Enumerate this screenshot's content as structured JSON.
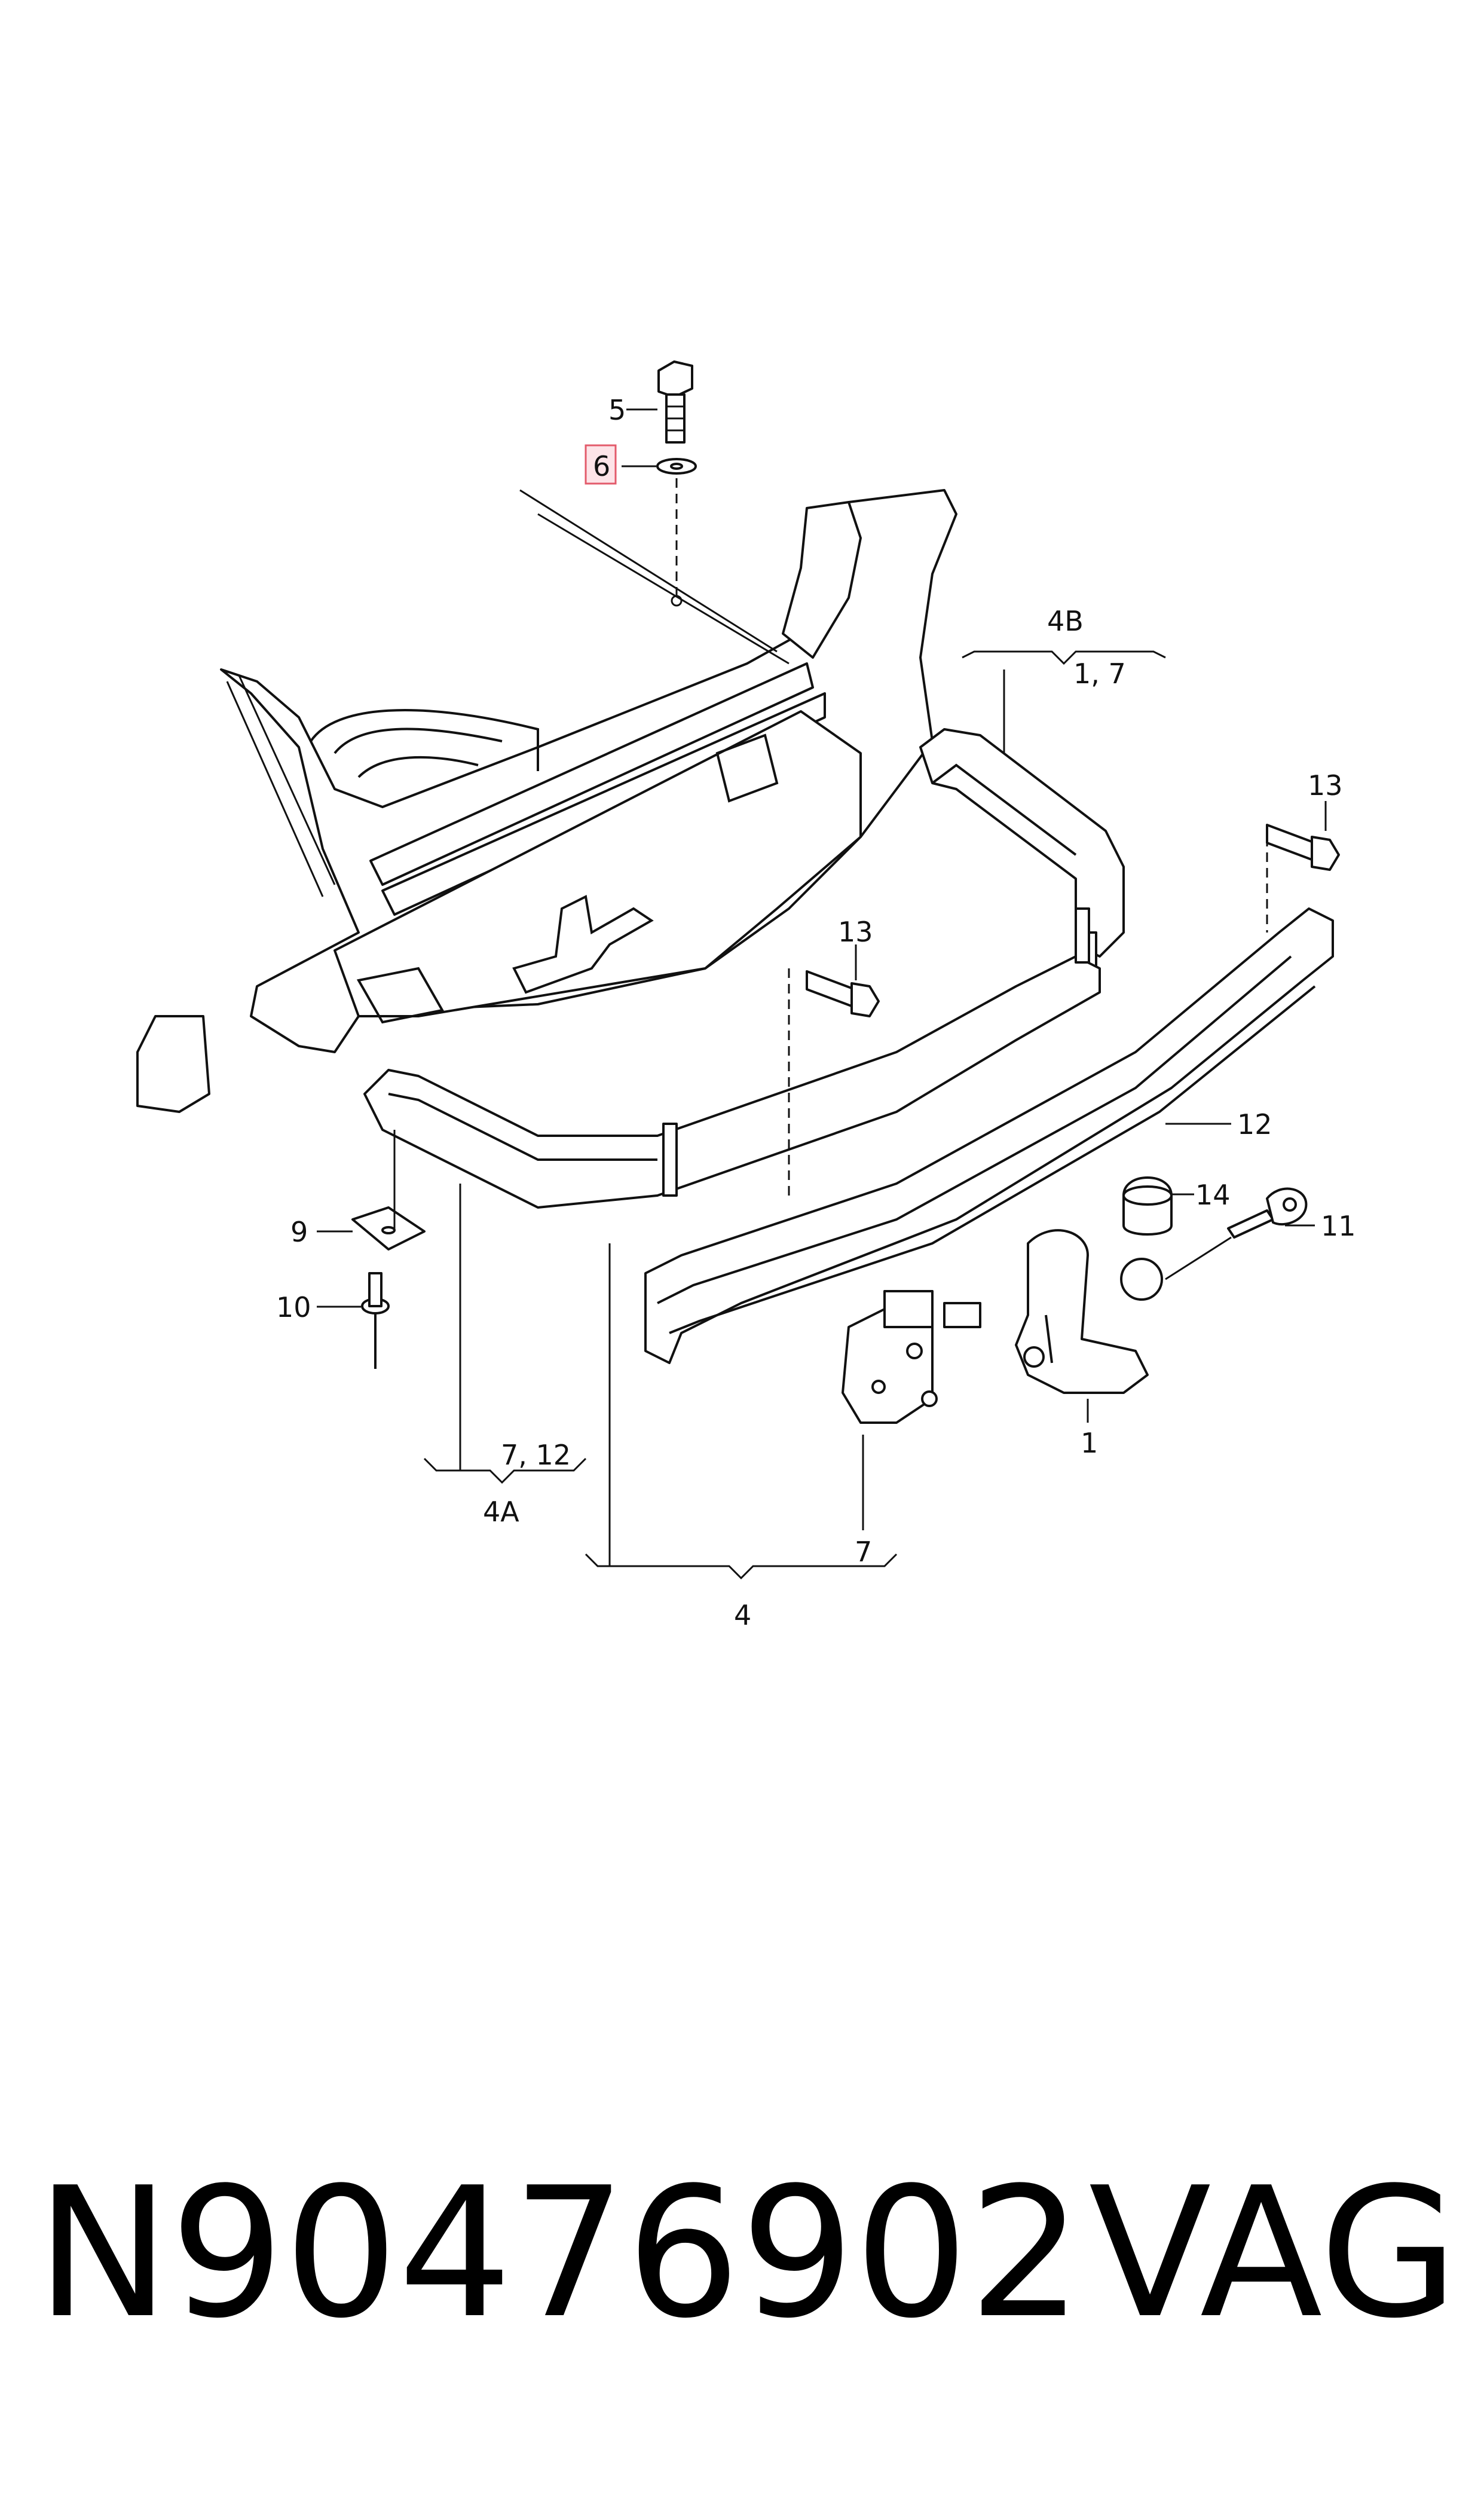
{
  "callouts": {
    "c1": "1",
    "c4": "4",
    "c4a": "4A",
    "c4a_sub": "7, 12",
    "c4b": "4B",
    "c4b_sub": "1, 7",
    "c5": "5",
    "c6": "6",
    "c7": "7",
    "c9": "9",
    "c10": "10",
    "c11": "11",
    "c12": "12",
    "c13a": "13",
    "c13b": "13",
    "c14": "14"
  },
  "highlight_color": "#e35b6b",
  "caption": {
    "part_number": "N90476902",
    "brand": "VAG"
  }
}
